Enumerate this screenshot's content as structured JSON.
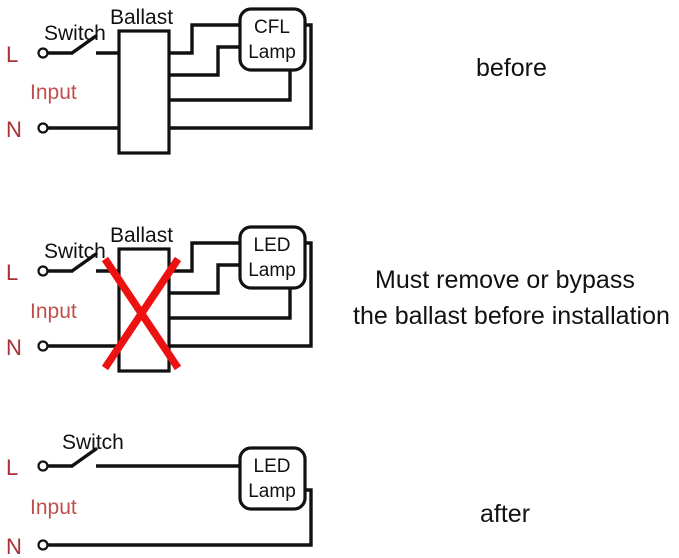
{
  "colors": {
    "wire": "#111111",
    "terminal_label": "#A83238",
    "input_label": "#C0504D",
    "cross_red": "#EE1111",
    "background": "#FFFFFF"
  },
  "diagrams": [
    {
      "id": "before",
      "labels": {
        "line": "L",
        "neutral": "N",
        "input": "Input",
        "switch": "Switch",
        "ballast": "Ballast",
        "lamp_line1": "CFL",
        "lamp_line2": "Lamp"
      },
      "has_ballast": true,
      "ballast_crossed_out": false,
      "note": "before"
    },
    {
      "id": "bypass",
      "labels": {
        "line": "L",
        "neutral": "N",
        "input": "Input",
        "switch": "Switch",
        "ballast": "Ballast",
        "lamp_line1": "LED",
        "lamp_line2": "Lamp"
      },
      "has_ballast": true,
      "ballast_crossed_out": true,
      "note_line1": "Must remove or bypass",
      "note_line2": "the ballast before installation"
    },
    {
      "id": "after",
      "labels": {
        "line": "L",
        "neutral": "N",
        "input": "Input",
        "switch": "Switch",
        "lamp_line1": "LED",
        "lamp_line2": "Lamp"
      },
      "has_ballast": false,
      "ballast_crossed_out": false,
      "note": "after"
    }
  ],
  "notes": {
    "before": "before",
    "must_line1": "Must remove or bypass",
    "must_line2": "the ballast before installation",
    "after": "after"
  }
}
